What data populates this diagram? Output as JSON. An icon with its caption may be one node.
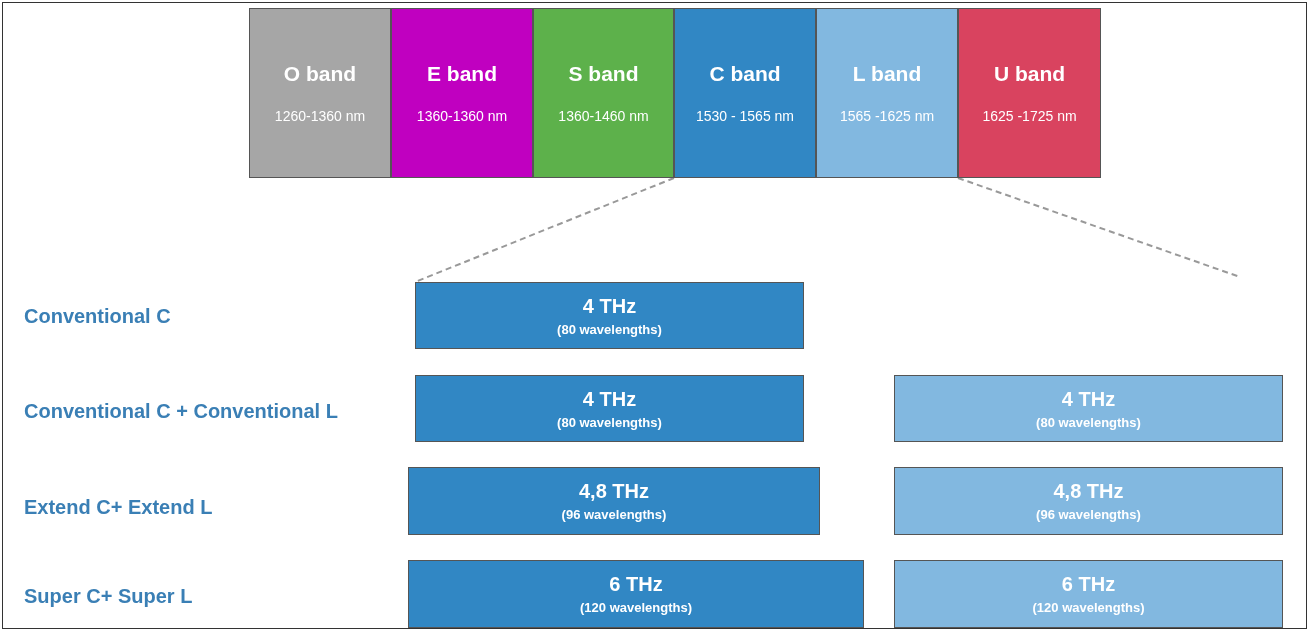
{
  "diagram": {
    "nodes": [
      {
        "text": [
          "O band",
          "1260-1360 nm"
        ]
      },
      {
        "text": [
          "E band",
          "1360-1360 nm"
        ]
      },
      {
        "text": [
          "S band",
          "1360-1460 nm"
        ]
      },
      {
        "text": [
          "C band",
          "1530 - 1565 nm"
        ]
      },
      {
        "text": [
          "L band",
          "1565 -1625 nm"
        ]
      },
      {
        "text": [
          "U band",
          "1625 -1725 nm"
        ]
      },
      {
        "text": [
          "4 THz",
          "(80 wavelengths)"
        ]
      },
      {
        "text": [
          "4 THz",
          "(80 wavelengths)"
        ]
      },
      {
        "text": [
          "4 THz",
          "(80 wavelengths)"
        ]
      },
      {
        "text": [
          "4,8 THz",
          "(96 wavelengths)"
        ]
      },
      {
        "text": [
          "4,8 THz",
          "(96 wavelengths)"
        ]
      },
      {
        "text": [
          "6 THz",
          "(120 wavelengths)"
        ]
      },
      {
        "text": [
          "6 THz",
          "(120 wavelengths)"
        ]
      }
    ],
    "edges": [
      {
        "from": 3,
        "to": 6,
        "arrow": "none",
        "style": "dashed"
      },
      {
        "from": 4,
        "to": null,
        "arrow": "none",
        "style": "dashed"
      }
    ],
    "labels": [
      "Conventional C",
      "Conventional C + Conventional L",
      "Extend C+ Extend L",
      "Super C+ Super L"
    ]
  }
}
